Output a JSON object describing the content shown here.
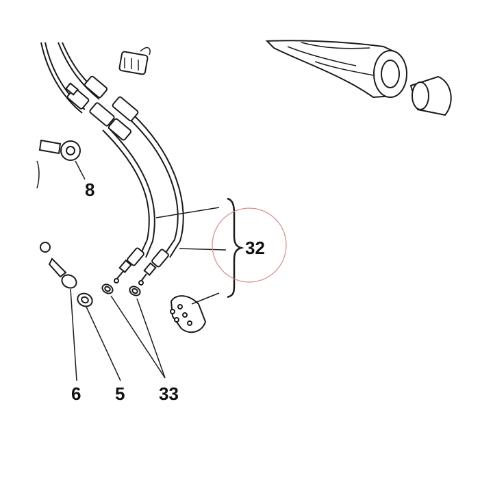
{
  "callouts": {
    "part_8": "8",
    "part_6": "6",
    "part_5": "5",
    "part_33": "33",
    "part_32": "32"
  },
  "icons": {
    "highlight": "highlight-circle",
    "parts": [
      "throttle-grip",
      "cable-pair",
      "cable-adjuster-nut",
      "bolt",
      "bushing",
      "cable-clip",
      "connector-plug",
      "wire-connector"
    ]
  },
  "colors": {
    "line": "#1a1a1a",
    "highlight_circle": "#d98a8a",
    "background": "#ffffff"
  }
}
